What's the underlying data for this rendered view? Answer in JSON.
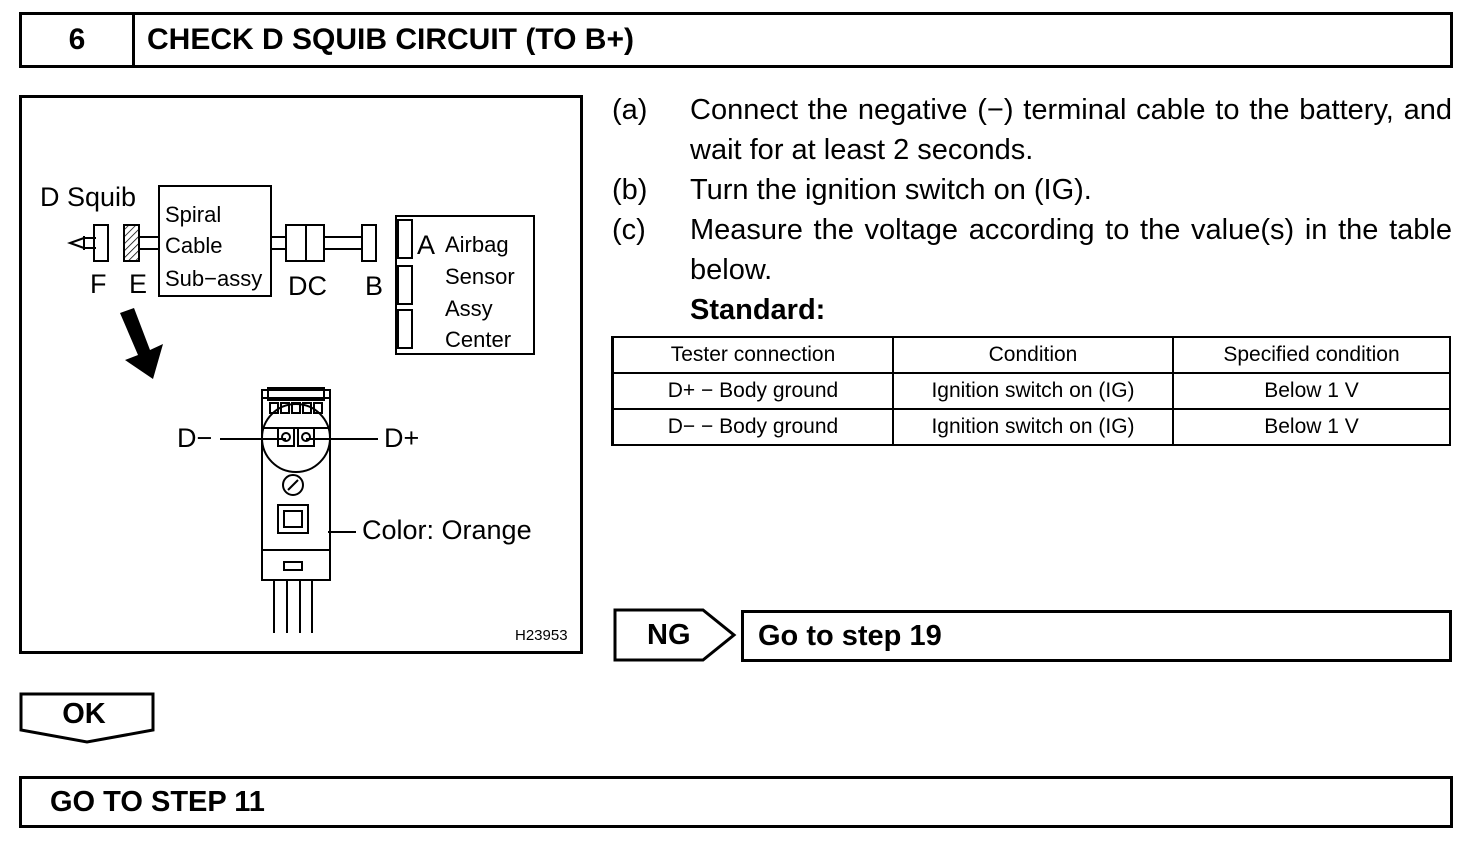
{
  "header": {
    "step_number": "6",
    "title": "CHECK D SQUIB CIRCUIT (TO B+)"
  },
  "figure": {
    "d_squib_label": "D Squib",
    "spiral_label": [
      "Spiral",
      "Cable",
      "Sub−assy"
    ],
    "connector_labels": {
      "f": "F",
      "e": "E",
      "dc": "DC",
      "b": "B",
      "a": "A"
    },
    "airbag_label": [
      "Airbag",
      "Sensor",
      "Assy",
      "Center"
    ],
    "d_minus": "D−",
    "d_plus": "D+",
    "color_label": "Color: Orange",
    "figure_id": "H23953"
  },
  "steps": [
    {
      "label": "(a)",
      "text": "Connect the negative (−) terminal cable to the battery, and wait for at least 2 seconds."
    },
    {
      "label": "(b)",
      "text": "Turn the ignition switch on (IG)."
    },
    {
      "label": "(c)",
      "text": "Measure the voltage according to the value(s) in the table below."
    }
  ],
  "standard_label": "Standard:",
  "table": {
    "headers": [
      "Tester connection",
      "Condition",
      "Specified condition"
    ],
    "rows": [
      [
        "D+ − Body ground",
        "Ignition switch on (IG)",
        "Below 1 V"
      ],
      [
        "D− − Body ground",
        "Ignition switch on (IG)",
        "Below 1 V"
      ]
    ]
  },
  "ng": {
    "label": "NG",
    "action": "Go to step 19"
  },
  "ok": {
    "label": "OK"
  },
  "goto": {
    "text": "GO TO STEP 11"
  }
}
